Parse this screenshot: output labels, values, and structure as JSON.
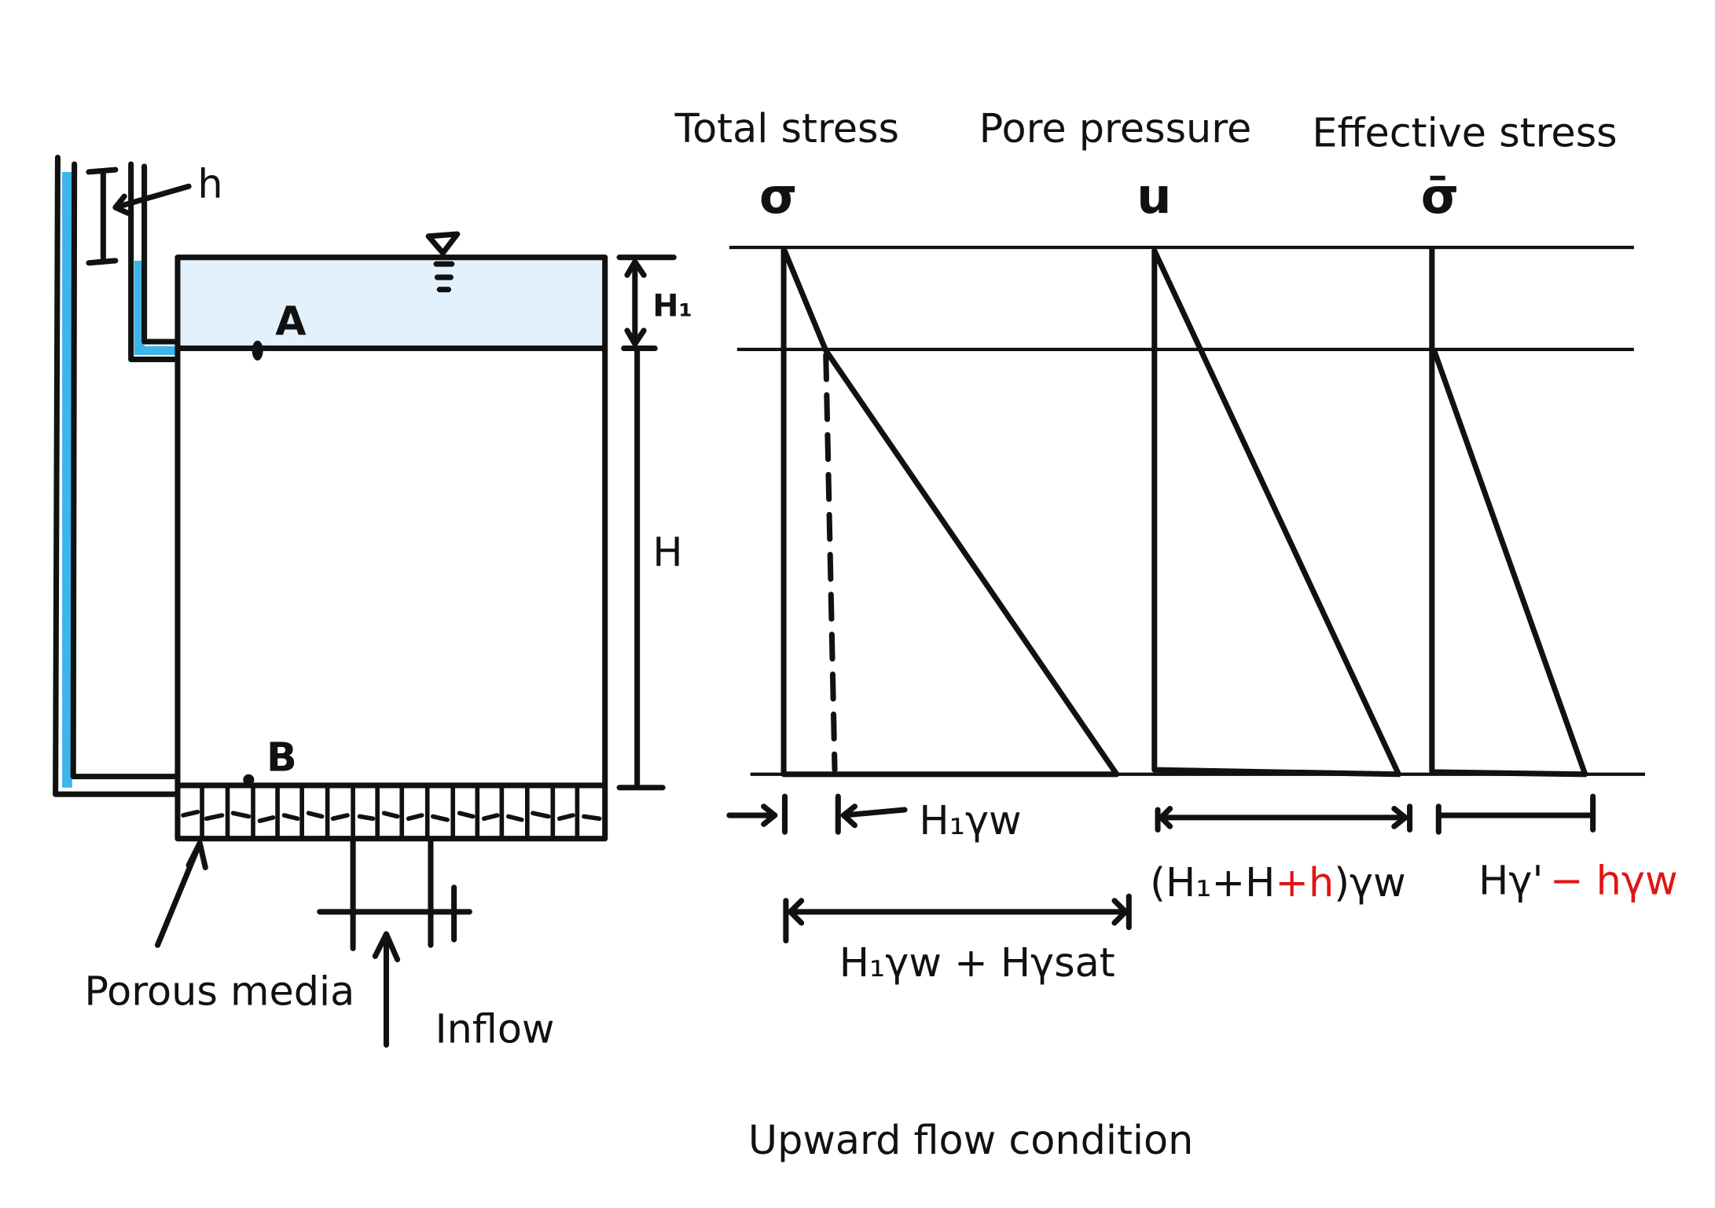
{
  "diagram": {
    "caption": "Upward flow condition",
    "colors": {
      "water": "#e3f1fc",
      "piezometer_water": "#3bb5ea",
      "ink": "#111111",
      "highlight": "#e01515"
    },
    "apparatus": {
      "labels": {
        "head_diff": "h",
        "point_a": "A",
        "point_b": "B",
        "h1": "H₁",
        "h": "H",
        "porous_media": "Porous media",
        "inflow": "Inflow"
      },
      "water_surface_icon": "water-table-triangle"
    },
    "columns": [
      {
        "title": "Total stress",
        "symbol": "σ"
      },
      {
        "title": "Pore pressure",
        "symbol": "u"
      },
      {
        "title": "Effective stress",
        "symbol": "σ̄"
      }
    ],
    "annotations": {
      "total_top": "H₁γw",
      "total_bottom": "H₁γw + Hγsat",
      "pore_bottom_prefix": "(H₁+H",
      "pore_bottom_red": "+h",
      "pore_bottom_suffix": ")γw",
      "eff_bottom_black": "Hγ'",
      "eff_bottom_red": "− hγw"
    }
  }
}
